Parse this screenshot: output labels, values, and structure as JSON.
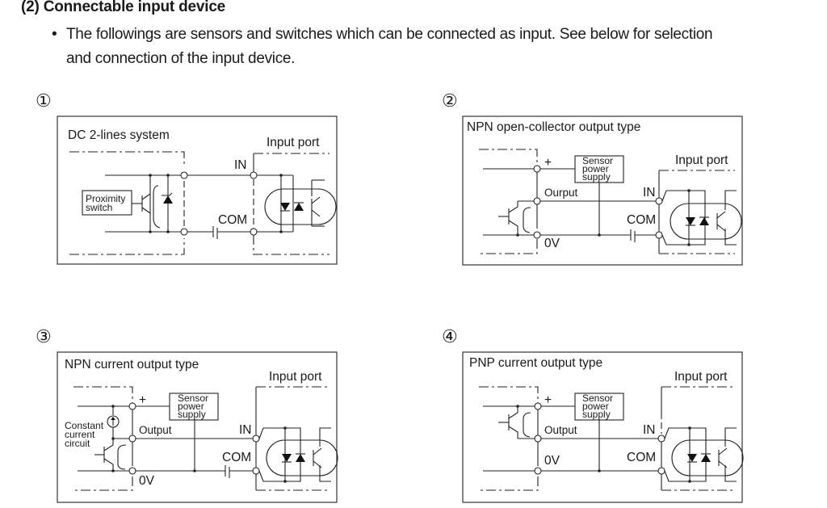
{
  "section": {
    "heading": "(2)  Connectable input device",
    "bullet_marker": "•",
    "bullet_line1": "The followings are sensors and switches which can be connected as input. See below for selection",
    "bullet_line2": "and connection of the input device."
  },
  "figures": [
    {
      "number": "①",
      "title": "DC 2-lines system",
      "device_label_line1": "Proximity",
      "device_label_line2": "switch",
      "input_port": "Input port",
      "in_label": "IN",
      "com_label": "COM"
    },
    {
      "number": "②",
      "title": "NPN open-collector output type",
      "plus_label": "+",
      "supply_line1": "Sensor",
      "supply_line2": "power",
      "supply_line3": "supply",
      "output_label": "Ourput",
      "zero_v_label": "0V",
      "input_port": "Input port",
      "in_label": "IN",
      "com_label": "COM"
    },
    {
      "number": "③",
      "title": "NPN current output type",
      "plus_label": "+",
      "supply_line1": "Sensor",
      "supply_line2": "power",
      "supply_line3": "supply",
      "cc_line1": "Constant",
      "cc_line2": "current",
      "cc_line3": "circuit",
      "output_label": "Output",
      "zero_v_label": "0V",
      "input_port": "Input port",
      "in_label": "IN",
      "com_label": "COM"
    },
    {
      "number": "④",
      "title": "PNP current output type",
      "plus_label": "+",
      "supply_line1": "Sensor",
      "supply_line2": "power",
      "supply_line3": "supply",
      "output_label": "Output",
      "zero_v_label": "0V",
      "input_port": "Input port",
      "in_label": "IN",
      "com_label": "COM"
    }
  ]
}
